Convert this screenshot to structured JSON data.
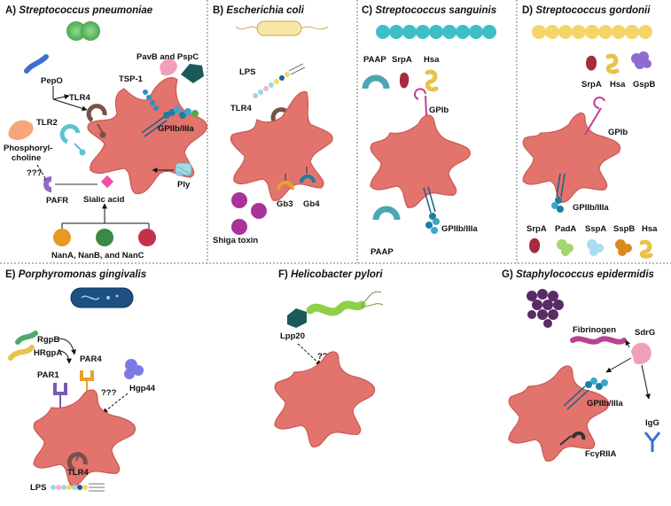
{
  "colors": {
    "platelet": "#e2736d",
    "platelet_stroke": "#c85a55",
    "tlr": "#7a5048",
    "gp": "#1e7ea1",
    "bead_teal": "#3cbfc7",
    "bead_yellow": "#f4d568",
    "sialic": "#f04fa3"
  },
  "panels": {
    "a": {
      "prefix": "A) ",
      "organism": "Streptococcus pneumoniae",
      "labels": {
        "pepo": "PepO",
        "tlr4": "TLR4",
        "tlr2": "TLR2",
        "phospho1": "Phosphoryl-",
        "phospho2": "choline",
        "unknown": "???",
        "pafr": "PAFR",
        "sialic": "Sialic acid",
        "pavb": "PavB and PspC",
        "tsp1": "TSP-1",
        "gp": "GPIIb/IIIa",
        "ply": "Ply",
        "nan": "NanA, NanB, and NanC"
      }
    },
    "b": {
      "prefix": "B) ",
      "organism": "Escherichia coli",
      "labels": {
        "lps": "LPS",
        "tlr4": "TLR4",
        "gb3": "Gb3",
        "gb4": "Gb4",
        "shiga": "Shiga toxin"
      }
    },
    "c": {
      "prefix": "C) ",
      "organism": "Streptococcus sanguinis",
      "labels": {
        "paap": "PAAP",
        "srpa": "SrpA",
        "hsa": "Hsa",
        "gpib": "GPIb",
        "gp": "GPIIb/IIIa",
        "paap2": "PAAP"
      }
    },
    "d": {
      "prefix": "D) ",
      "organism": "Streptococcus gordonii",
      "labels": {
        "srpa": "SrpA",
        "hsa": "Hsa",
        "gspb": "GspB",
        "gpib": "GPIb",
        "gp": "GPIIb/IIIa",
        "srpa2": "SrpA",
        "pada": "PadA",
        "sspa": "SspA",
        "sspb": "SspB",
        "hsa2": "Hsa"
      }
    },
    "e": {
      "prefix": "E) ",
      "organism": "Porphyromonas gingivalis",
      "labels": {
        "rgpb": "RgpB",
        "hrgpa": "HRgpA",
        "par4": "PAR4",
        "par1": "PAR1",
        "hgp44": "Hgp44",
        "unknown": "???",
        "tlr4": "TLR4",
        "lps": "LPS"
      }
    },
    "f": {
      "prefix": "F) ",
      "organism": "Helicobacter pylori",
      "labels": {
        "lpp20": "Lpp20",
        "unknown": "???"
      }
    },
    "g": {
      "prefix": "G) ",
      "organism": "Staphylococcus epidermidis",
      "labels": {
        "fibrinogen": "Fibrinogen",
        "sdrg": "SdrG",
        "gp": "GPIIb/IIIa",
        "igg": "IgG",
        "fcr": "FcγRIIA"
      }
    }
  }
}
